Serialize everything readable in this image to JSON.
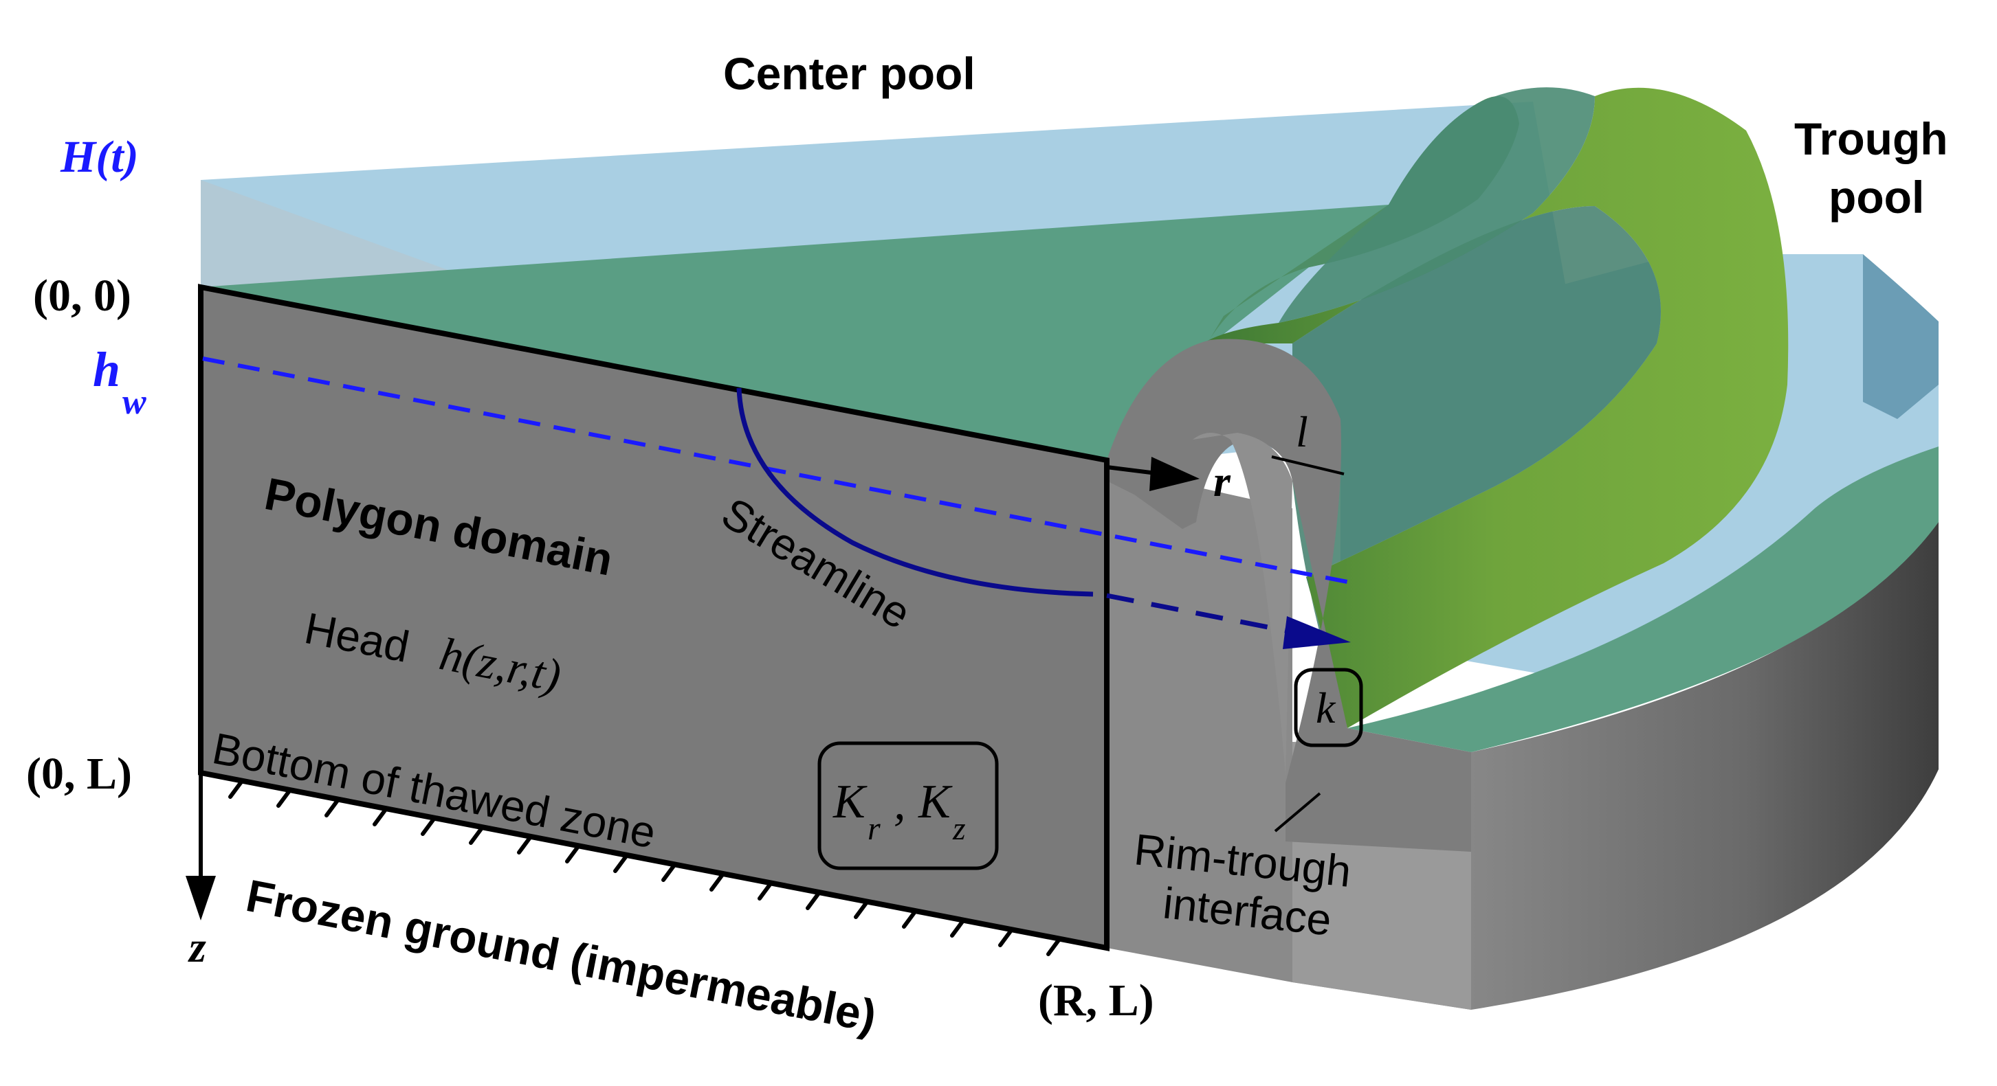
{
  "labels": {
    "center_pool": "Center pool",
    "trough_pool_line1": "Trough",
    "trough_pool_line2": "pool",
    "water_head": "H(t)",
    "origin": "(0, 0)",
    "water_table_h": "h",
    "water_table_sub": "w",
    "bottom_left": "(0, L)",
    "bottom_right": "(R, L)",
    "polygon_domain": "Polygon domain",
    "head_prefix": "Head ",
    "head_func": "h(z,r,t)",
    "bottom_thawed": "Bottom of thawed zone",
    "frozen_ground": "Frozen ground (impermeable)",
    "streamline": "Streamline",
    "r_axis": "r",
    "z_axis": "z",
    "l_width": "l",
    "k_label": "k",
    "K_main": "K",
    "K_r_sub": "r",
    "K_sep": ", ",
    "K_z_sub": "z",
    "rim_line1": "Rim-trough",
    "rim_line2": "interface"
  },
  "colors": {
    "water": "#a9cfe3",
    "polygon_top": "#5a9e84",
    "rim_green": "#6ea43c",
    "soil_gray": "#7c7c7c",
    "head_blue": "#1a1aff",
    "streamline_navy": "#0a0a8c"
  }
}
